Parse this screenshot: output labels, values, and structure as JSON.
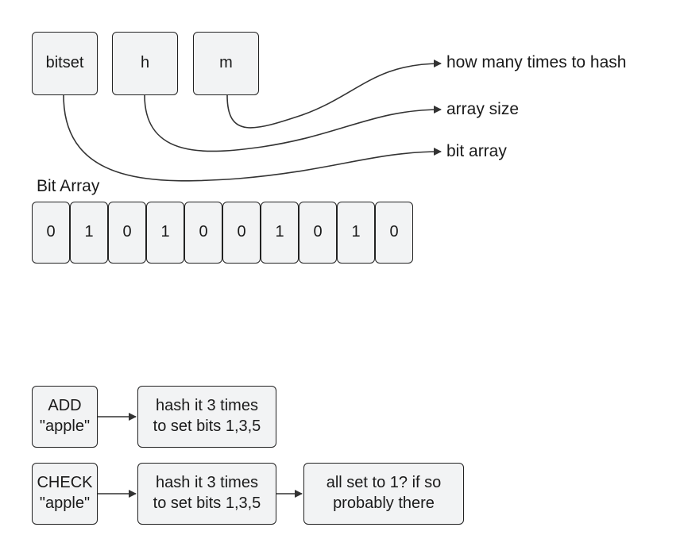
{
  "vars": [
    {
      "id": "bitset",
      "label": "bitset"
    },
    {
      "id": "h",
      "label": "h"
    },
    {
      "id": "m",
      "label": "m"
    }
  ],
  "annotations": {
    "hash_times": "how many times to hash",
    "array_size": "array size",
    "bit_array": "bit array"
  },
  "bit_array": {
    "title": "Bit Array",
    "bits": [
      "0",
      "1",
      "0",
      "1",
      "0",
      "0",
      "1",
      "0",
      "1",
      "0"
    ]
  },
  "flows": {
    "add": {
      "command_line1": "ADD",
      "command_line2": "\"apple\"",
      "step_line1": "hash it 3 times",
      "step_line2": "to set bits 1,3,5"
    },
    "check": {
      "command_line1": "CHECK",
      "command_line2": "\"apple\"",
      "step_line1": "hash it 3 times",
      "step_line2": "to set bits 1,3,5",
      "result_line1": "all set to 1? if so",
      "result_line2": "probably there"
    }
  },
  "colors": {
    "box_fill": "#f2f3f4",
    "stroke": "#222222"
  }
}
